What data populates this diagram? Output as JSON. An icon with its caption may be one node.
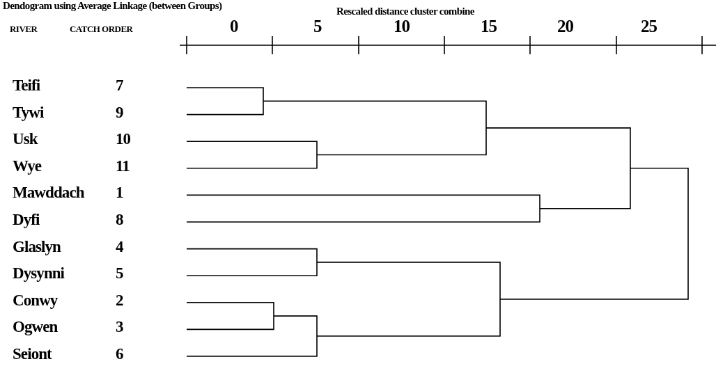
{
  "diagram": {
    "title": "Dendogram using Average Linkage (between Groups)",
    "labels": [
      "Rescaled distance cluster combine",
      "RIVER",
      "CATCH ORDER",
      "0",
      "5",
      "10",
      "15",
      "20",
      "25",
      "Teifi",
      "7",
      "Tywi",
      "9",
      "Usk",
      "10",
      "Wye",
      "11",
      "Mawddach",
      "1",
      "Dyfi",
      "8",
      "Glaslyn",
      "4",
      "Dysynni",
      "5",
      "Conwy",
      "2",
      "Ogwen",
      "3",
      "Seiont",
      "6"
    ]
  }
}
